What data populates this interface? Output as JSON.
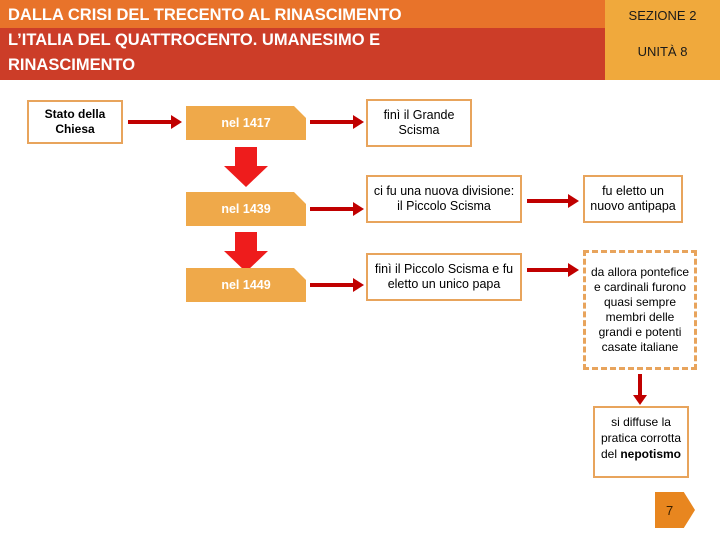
{
  "header": {
    "title_line1": "DALLA CRISI DEL TRECENTO AL RINASCIMENTO",
    "title_line2": "L’ITALIA DEL QUATTROCENTO. UMANESIMO E",
    "title_line3": "RINASCIMENTO",
    "sezione": "SEZIONE 2",
    "unita": "UNITÀ 8",
    "band_top_color": "#E8732A",
    "band_bottom_color": "#CC3D28",
    "right_panel_color": "#F0A93C"
  },
  "flow": {
    "subject": "Stato della Chiesa",
    "years": {
      "y1417": "nel 1417",
      "y1439": "nel 1439",
      "y1449": "nel 1449"
    },
    "outcomes": {
      "o1": "finì il Grande Scisma",
      "o2": "ci fu una nuova divisione: il Piccolo Scisma",
      "o2b": "fu eletto un nuovo antipapa",
      "o3": "finì il Piccolo Scisma e fu eletto un unico papa",
      "o3b_text": "da allora pontefice e cardinali furono quasi sempre membri delle grandi e potenti casate italiane",
      "o4_prefix": "si diffuse la pratica corrotta del ",
      "o4_bold": "nepotismo"
    },
    "colors": {
      "box_border": "#E8A45C",
      "tag_fill": "#EFA94A",
      "arrow_red": "#C00000",
      "block_arrow_red": "#EE1C1C"
    }
  },
  "footer": {
    "page_number": "7"
  }
}
